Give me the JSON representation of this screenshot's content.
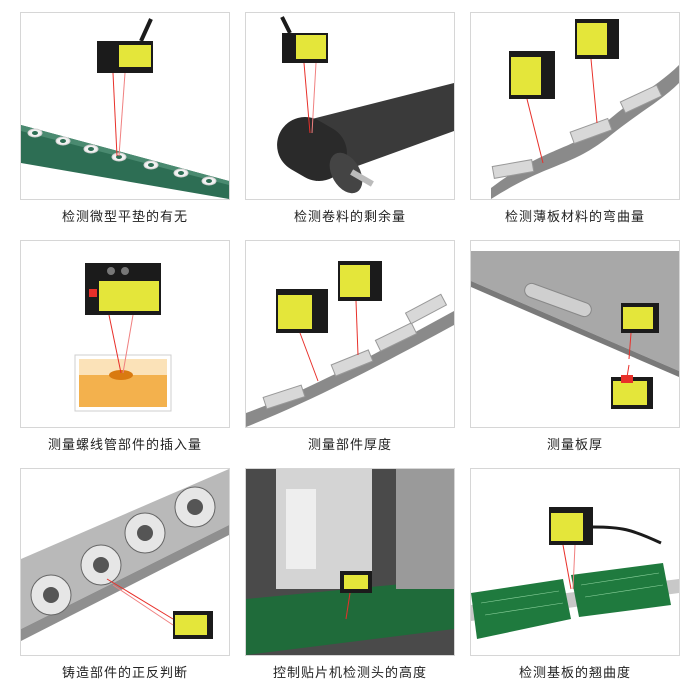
{
  "captions": [
    "检测微型平垫的有无",
    "检测卷料的剩余量",
    "检测薄板材料的弯曲量",
    "测量螺线管部件的插入量",
    "测量部件厚度",
    "测量板厚",
    "铸造部件的正反判断",
    "控制贴片机检测头的高度",
    "检测基板的翘曲度"
  ],
  "icons": [
    "laser-sensor-icon"
  ],
  "colors": {
    "sensor_yellow": "#e4e63a",
    "sensor_black": "#1b1b1b",
    "laser": "#e8302a",
    "pcb_green": "#1f6b3a"
  }
}
